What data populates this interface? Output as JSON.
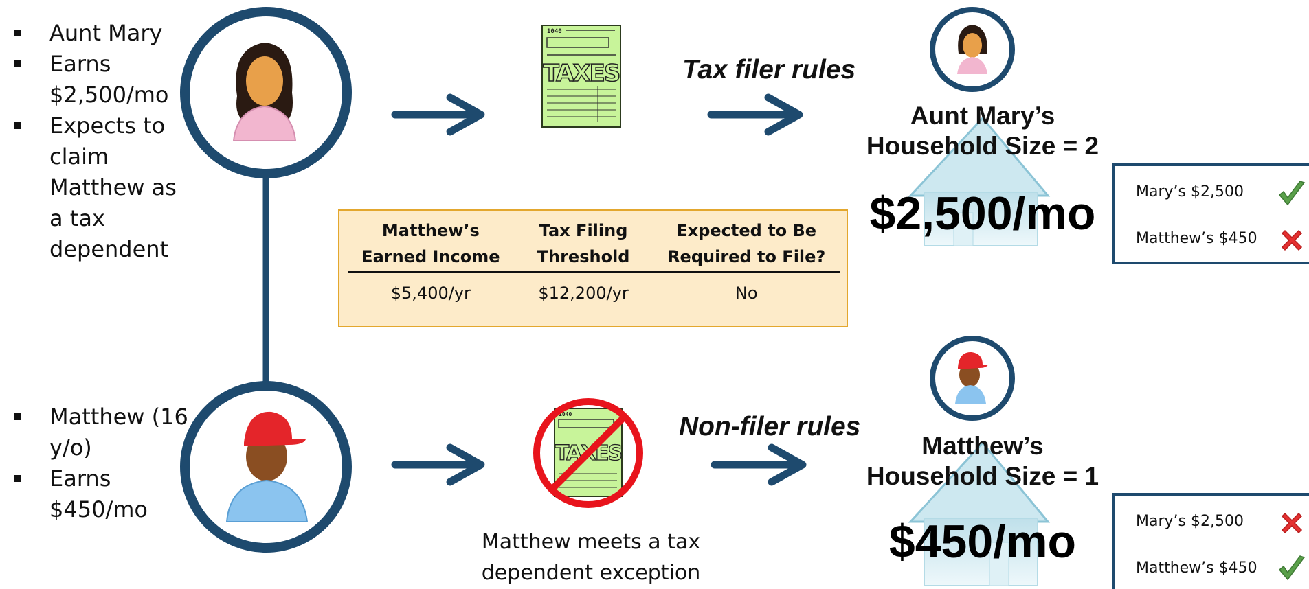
{
  "mary_bullets": [
    "Aunt Mary",
    "Earns $2,500/mo",
    "Expects to claim Matthew as a tax dependent"
  ],
  "matthew_bullets": [
    "Matthew (16 y/o)",
    "Earns $450/mo"
  ],
  "tax_form": {
    "form_number": "1040",
    "label": "TAXES"
  },
  "tax_filer_rules": "Tax filer rules",
  "non_filer_rules": "Non-filer rules",
  "exception_text": [
    "Matthew meets a tax",
    "dependent  exception"
  ],
  "threshold_table": {
    "headers": [
      "Matthew’s Earned Income",
      "Tax Filing Threshold",
      "Expected to Be Required to File?"
    ],
    "row": [
      "$5,400/yr",
      "$12,200/yr",
      "No"
    ]
  },
  "mary_household": {
    "title": [
      "Aunt Mary’s",
      "Household Size = 2"
    ],
    "amount": "$2,500/mo"
  },
  "matthew_household": {
    "title": [
      "Matthew’s",
      "Household Size = 1"
    ],
    "amount": "$450/mo"
  },
  "mary_checklist": [
    {
      "label": "Mary’s $2,500",
      "status": "check"
    },
    {
      "label": "Matthew’s $450",
      "status": "cross"
    }
  ],
  "matthew_checklist": [
    {
      "label": "Mary’s $2,500",
      "status": "cross"
    },
    {
      "label": "Matthew’s $450",
      "status": "check"
    }
  ],
  "colors": {
    "navy": "#1e4a6e",
    "table_fill": "#fdebc9",
    "table_border": "#e3a72e",
    "form_green": "#c8f49a",
    "prohibit_red": "#e8141c",
    "check_green": "#5aa04a",
    "cross_red": "#e53030"
  }
}
